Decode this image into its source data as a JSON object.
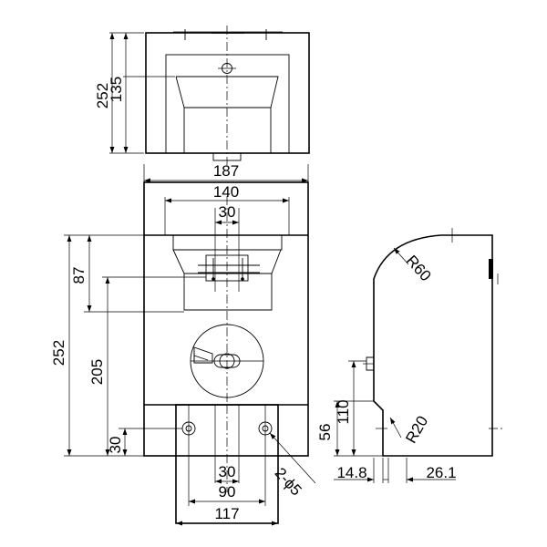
{
  "dimensions": {
    "top_height": "252",
    "top_inner_height": "135",
    "overall_width": "187",
    "inner_width": "140",
    "slot_width": "30",
    "upper_offset": "87",
    "body_height": "252",
    "mid_height": "205",
    "bottom_height": "30",
    "hole_spacing": "30",
    "hole_span": "90",
    "base_width": "117",
    "hole_callout": "2-ϕ5",
    "side_low_height": "56",
    "side_mid_height": "110",
    "top_radius": "R60",
    "bottom_radius": "R20",
    "side_offset": "14.8",
    "side_depth": "26.1"
  }
}
